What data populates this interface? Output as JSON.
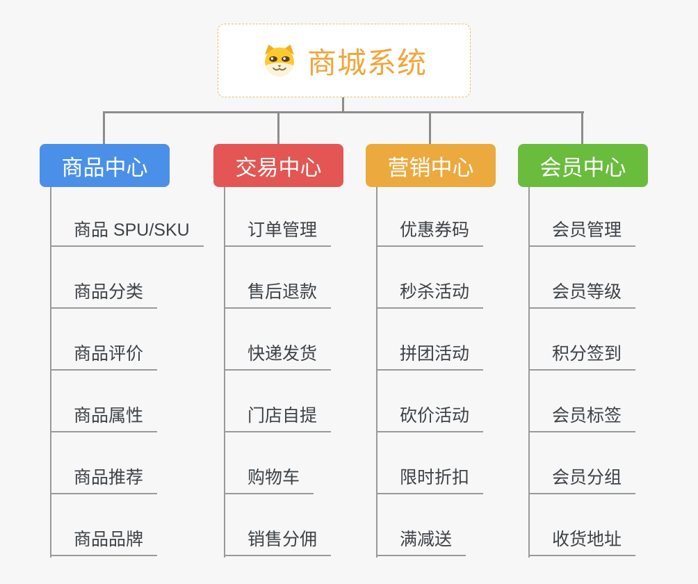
{
  "background_color": "#f7f7f7",
  "connector_color": "#8c8c8c",
  "root": {
    "title": "商城系统",
    "title_color": "#f0a63c",
    "border_color": "#ecbc63",
    "icon": "dog-face-icon"
  },
  "branches": [
    {
      "label": "商品中心",
      "color": "#4a90e9",
      "children": [
        "商品 SPU/SKU",
        "商品分类",
        "商品评价",
        "商品属性",
        "商品推荐",
        "商品品牌"
      ]
    },
    {
      "label": "交易中心",
      "color": "#e35653",
      "children": [
        "订单管理",
        "售后退款",
        "快递发货",
        "门店自提",
        "购物车",
        "销售分佣"
      ]
    },
    {
      "label": "营销中心",
      "color": "#eca93e",
      "children": [
        "优惠券码",
        "秒杀活动",
        "拼团活动",
        "砍价活动",
        "限时折扣",
        "满减送"
      ]
    },
    {
      "label": "会员中心",
      "color": "#6abc3d",
      "children": [
        "会员管理",
        "会员等级",
        "积分签到",
        "会员标签",
        "会员分组",
        "收货地址"
      ]
    }
  ]
}
